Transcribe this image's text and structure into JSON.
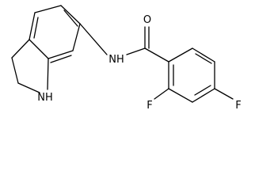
{
  "structure": {
    "atoms": {
      "carbonyl_oxygen": "O",
      "amide_nitrogen": "NH",
      "ring_nitrogen": "NH",
      "fluorine_ortho": "F",
      "fluorine_para": "F"
    }
  },
  "colors": {
    "bond": "#000000",
    "label": "#000000",
    "background": "#ffffff"
  }
}
